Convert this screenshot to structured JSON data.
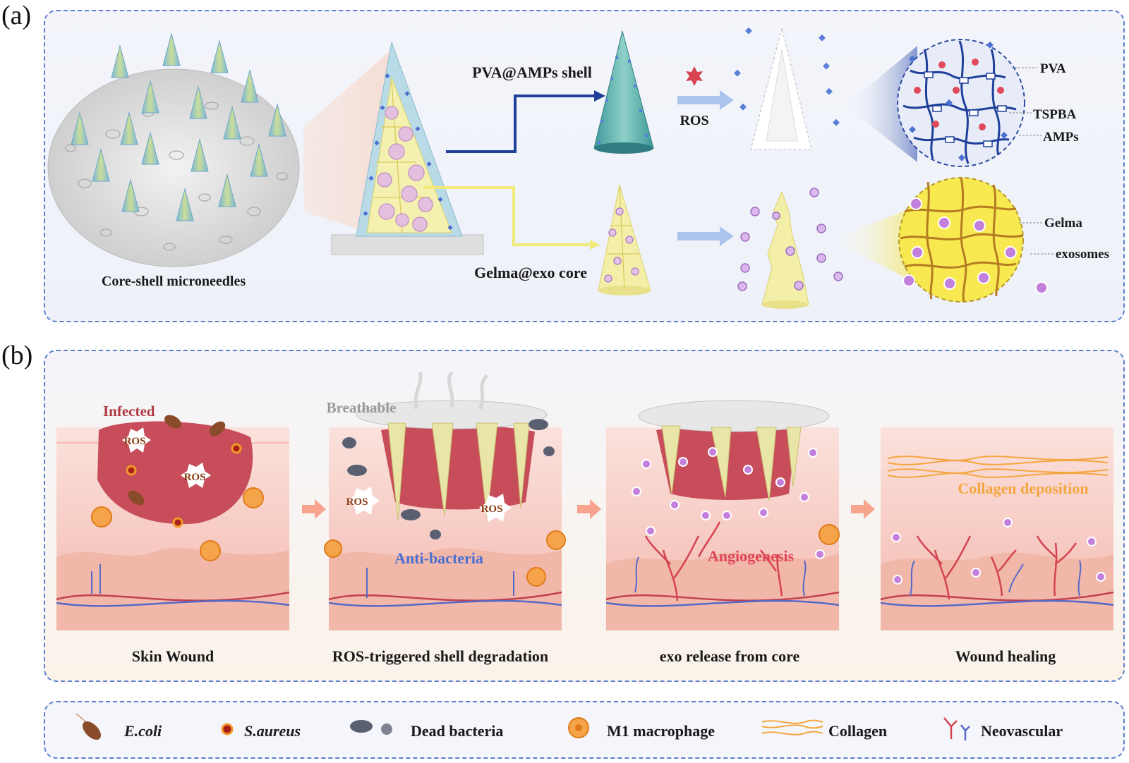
{
  "panel_a": {
    "letter": "(a)",
    "core_shell_label": "Core-shell microneedles",
    "shell_label": "PVA@AMPs shell",
    "core_label": "Gelma@exo core",
    "ros_label": "ROS",
    "shell_network_labels": [
      "PVA",
      "TSPBA",
      "AMPs"
    ],
    "core_network_labels": [
      "Gelma",
      "exosomes"
    ]
  },
  "panel_b": {
    "letter": "(b)",
    "stages": [
      {
        "caption": "Skin Wound",
        "infected": "Infected",
        "ros1": "ROS",
        "ros2": "ROS"
      },
      {
        "caption": "ROS-triggered shell degradation",
        "breathable": "Breathable",
        "ros1": "ROS",
        "ros2": "ROS",
        "anti": "Anti-bacteria"
      },
      {
        "caption": "exo release from core",
        "angio": "Angiogenesis"
      },
      {
        "caption": "Wound healing",
        "collagen": "Collagen deposition"
      }
    ]
  },
  "legend": [
    {
      "icon": "e-coli-icon",
      "label": "E.coli",
      "italic": true
    },
    {
      "icon": "s-aureus-icon",
      "label": "S.aureus",
      "italic": true
    },
    {
      "icon": "dead-bacteria-icon",
      "label": "Dead bacteria",
      "italic": false
    },
    {
      "icon": "macrophage-icon",
      "label": "M1 macrophage",
      "italic": false
    },
    {
      "icon": "collagen-icon",
      "label": "Collagen",
      "italic": false
    },
    {
      "icon": "neovascular-icon",
      "label": "Neovascular",
      "italic": false
    }
  ],
  "colors": {
    "frame_dash": "#5b7fd0",
    "shell_blue": "#1f3f9a",
    "core_yellow": "#f1ea7a",
    "exosome_purple": "#b27cd6",
    "wound_red": "#c8505c",
    "skin_pink": "#f5c7bf",
    "collagen_orange": "#f4a640",
    "angio_red": "#e0455a",
    "anti_blue": "#4a6fd0"
  }
}
